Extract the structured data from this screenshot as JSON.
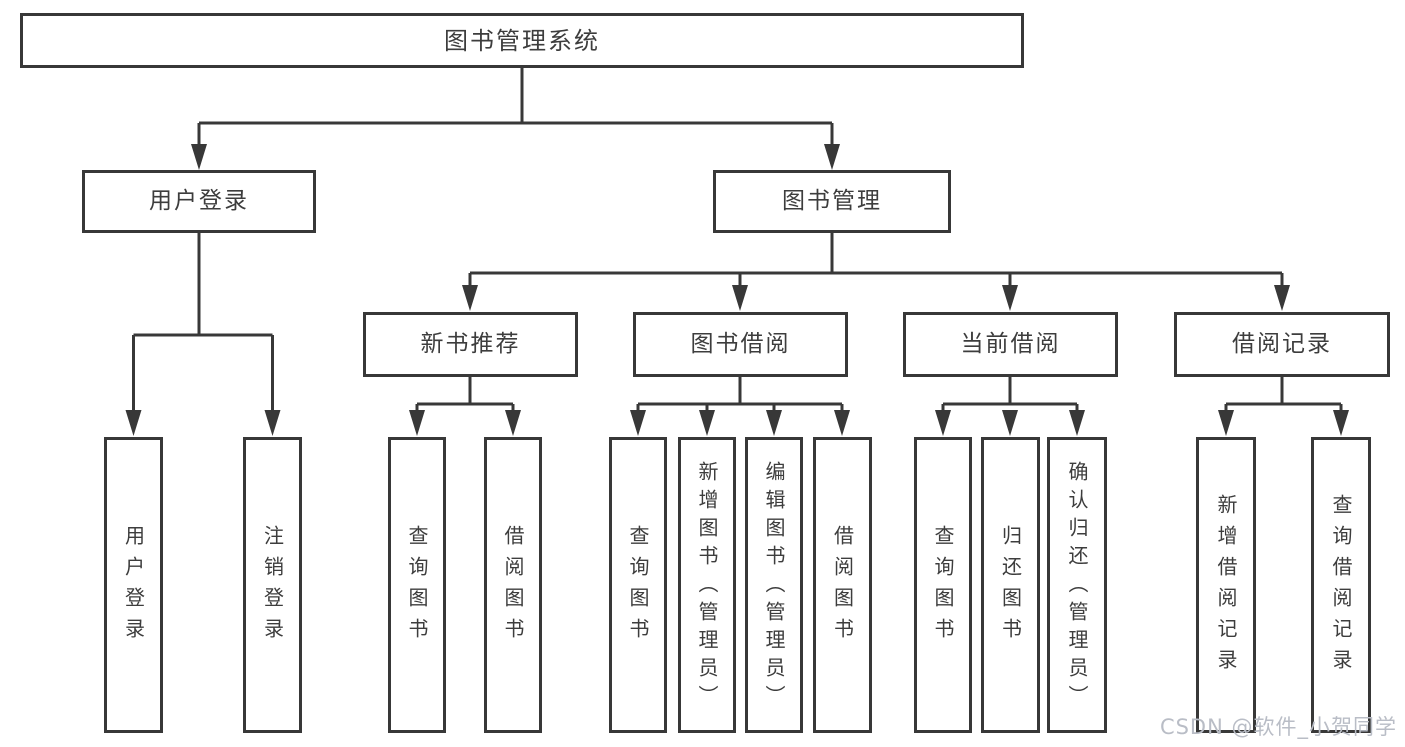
{
  "colors": {
    "line": "#383838",
    "text": "#3d3d3d",
    "background": "#ffffff",
    "watermark": "#b9bdc6"
  },
  "watermark": {
    "text": "CSDN @软件_小贺同学"
  },
  "tree": {
    "label": "图书管理系统",
    "children": [
      {
        "label": "用户登录",
        "children": [
          {
            "label": "用户登录"
          },
          {
            "label": "注销登录"
          }
        ]
      },
      {
        "label": "图书管理",
        "children": [
          {
            "label": "新书推荐",
            "children": [
              {
                "label": "查询图书"
              },
              {
                "label": "借阅图书"
              }
            ]
          },
          {
            "label": "图书借阅",
            "children": [
              {
                "label": "查询图书"
              },
              {
                "label": "新增图书（管理员）"
              },
              {
                "label": "编辑图书（管理员）"
              },
              {
                "label": "借阅图书"
              }
            ]
          },
          {
            "label": "当前借阅",
            "children": [
              {
                "label": "查询图书"
              },
              {
                "label": "归还图书"
              },
              {
                "label": "确认归还（管理员）"
              }
            ]
          },
          {
            "label": "借阅记录",
            "children": [
              {
                "label": "新增借阅记录"
              },
              {
                "label": "查询借阅记录"
              }
            ]
          }
        ]
      }
    ]
  }
}
